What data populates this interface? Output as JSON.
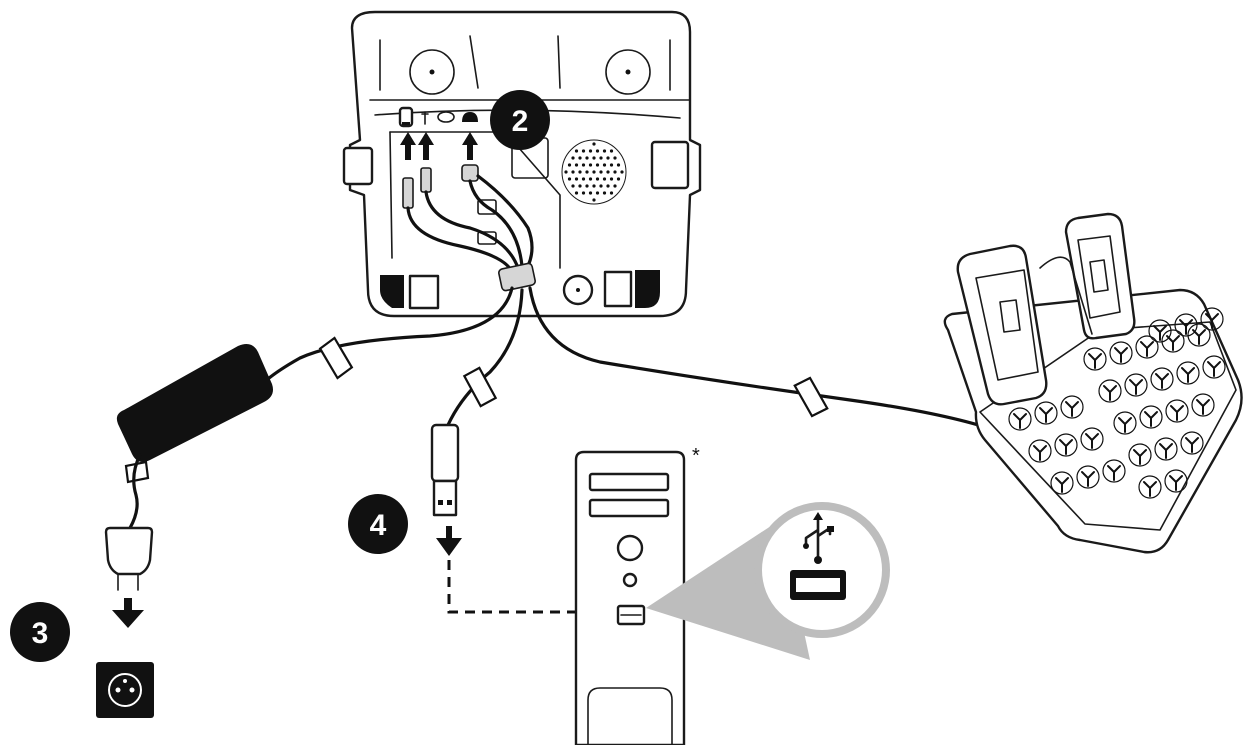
{
  "steps": {
    "step2": {
      "label": "2"
    },
    "step3": {
      "label": "3"
    },
    "step4": {
      "label": "4"
    }
  },
  "pc_note": {
    "marker": "*"
  },
  "colors": {
    "ink": "#111111",
    "paper": "#ffffff",
    "zoom": "#bdbdbd"
  }
}
